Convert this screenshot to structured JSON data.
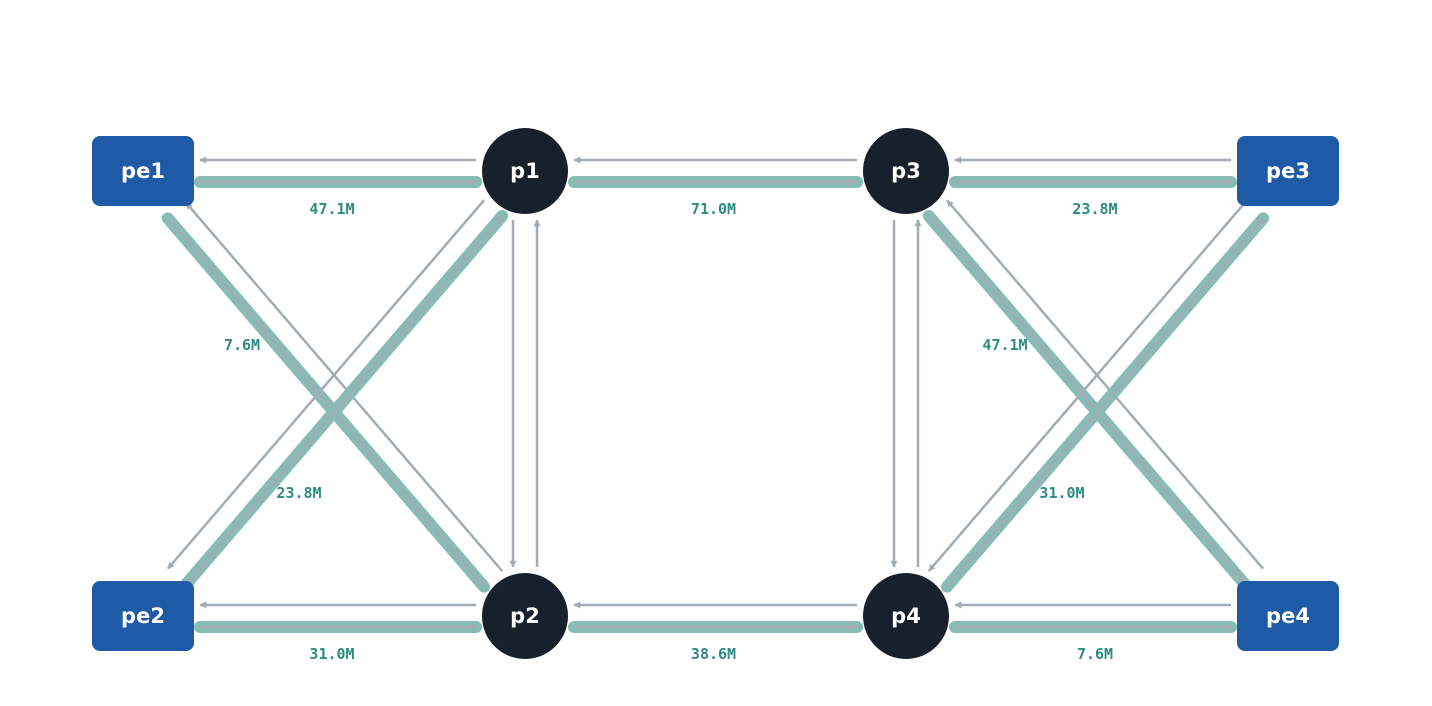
{
  "colors": {
    "pe_node": "#1f5aa6",
    "p_node": "#17202b",
    "node_text": "#ffffff",
    "active_link": "#87bcb5",
    "idle_link": "#a3abb5",
    "rate_label": "#2e8b84"
  },
  "nodes": [
    {
      "id": "pe1",
      "label": "pe1",
      "kind": "pe"
    },
    {
      "id": "p1",
      "label": "p1",
      "kind": "p"
    },
    {
      "id": "p3",
      "label": "p3",
      "kind": "p"
    },
    {
      "id": "pe3",
      "label": "pe3",
      "kind": "pe"
    },
    {
      "id": "pe2",
      "label": "pe2",
      "kind": "pe"
    },
    {
      "id": "p2",
      "label": "p2",
      "kind": "p"
    },
    {
      "id": "p4",
      "label": "p4",
      "kind": "p"
    },
    {
      "id": "pe4",
      "label": "pe4",
      "kind": "pe"
    }
  ],
  "links": [
    {
      "from": "pe1",
      "to": "p1",
      "rate": "47.1M"
    },
    {
      "from": "p1",
      "to": "pe1",
      "rate": ""
    },
    {
      "from": "p1",
      "to": "p3",
      "rate": "71.0M"
    },
    {
      "from": "p3",
      "to": "p1",
      "rate": ""
    },
    {
      "from": "p3",
      "to": "pe3",
      "rate": "23.8M"
    },
    {
      "from": "pe3",
      "to": "p3",
      "rate": ""
    },
    {
      "from": "pe2",
      "to": "p2",
      "rate": "31.0M"
    },
    {
      "from": "p2",
      "to": "pe2",
      "rate": ""
    },
    {
      "from": "p2",
      "to": "p4",
      "rate": "38.6M"
    },
    {
      "from": "p4",
      "to": "p2",
      "rate": ""
    },
    {
      "from": "p4",
      "to": "pe4",
      "rate": "7.6M"
    },
    {
      "from": "pe4",
      "to": "p4",
      "rate": ""
    },
    {
      "from": "pe1",
      "to": "p2",
      "rate": "7.6M"
    },
    {
      "from": "p2",
      "to": "pe1",
      "rate": ""
    },
    {
      "from": "pe2",
      "to": "p1",
      "rate": "23.8M"
    },
    {
      "from": "p1",
      "to": "pe2",
      "rate": ""
    },
    {
      "from": "p1",
      "to": "p2",
      "rate": ""
    },
    {
      "from": "p2",
      "to": "p1",
      "rate": ""
    },
    {
      "from": "p3",
      "to": "p4",
      "rate": ""
    },
    {
      "from": "p4",
      "to": "p3",
      "rate": ""
    },
    {
      "from": "p3",
      "to": "pe4",
      "rate": "47.1M"
    },
    {
      "from": "pe4",
      "to": "p3",
      "rate": ""
    },
    {
      "from": "p4",
      "to": "pe3",
      "rate": "31.0M"
    },
    {
      "from": "pe3",
      "to": "p4",
      "rate": ""
    }
  ]
}
